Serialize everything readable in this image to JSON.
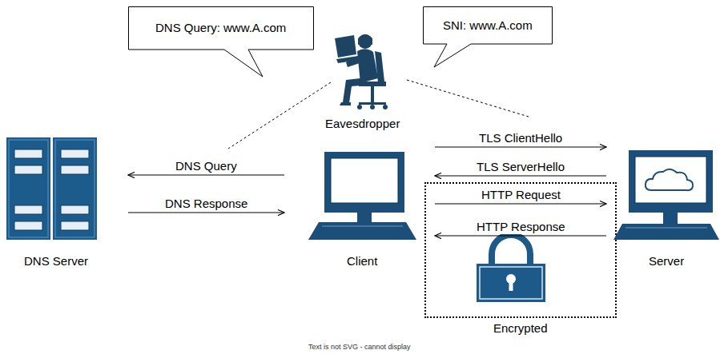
{
  "diagram": {
    "nodes": [
      {
        "text": [
          "DNS Query: www.A.com"
        ]
      },
      {
        "text": [
          "SNI: www.A.com"
        ]
      },
      {
        "text": [
          "Eavesdropper"
        ]
      },
      {
        "text": [
          "DNS Server"
        ]
      },
      {
        "text": [
          "Client"
        ]
      },
      {
        "text": [
          "Encrypted"
        ]
      },
      {
        "text": [
          "Server"
        ]
      }
    ],
    "edges": [
      {
        "from": 4,
        "to": 3,
        "label": "DNS Query",
        "arrow": "to"
      },
      {
        "from": 3,
        "to": 4,
        "label": "DNS Response",
        "arrow": "to"
      },
      {
        "from": 4,
        "to": 6,
        "label": "TLS ClientHello",
        "arrow": "to"
      },
      {
        "from": 6,
        "to": 4,
        "label": "TLS ServerHello",
        "arrow": "to"
      },
      {
        "from": 4,
        "to": 6,
        "label": "HTTP Request",
        "arrow": "to"
      },
      {
        "from": 6,
        "to": 4,
        "label": "HTTP Response",
        "arrow": "to"
      }
    ],
    "labels": [
      "Text is not SVG - cannot display"
    ]
  }
}
